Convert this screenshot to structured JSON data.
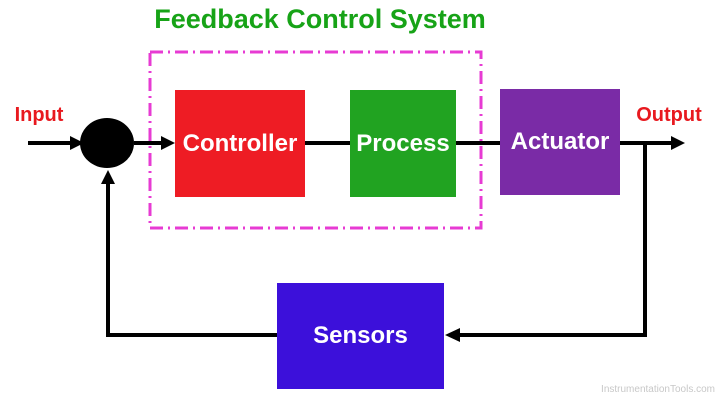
{
  "title": "Feedback Control System",
  "io": {
    "input": "Input",
    "output": "Output"
  },
  "blocks": {
    "controller": {
      "label": "Controller",
      "color": "#ee1c24"
    },
    "process": {
      "label": "Process",
      "color": "#21a321"
    },
    "actuator": {
      "label": "Actuator",
      "color": "#7a2ba6"
    },
    "sensors": {
      "label": "Sensors",
      "color": "#3c10da"
    }
  },
  "junction": {
    "shape": "filled-circle",
    "color": "#000000"
  },
  "colors": {
    "title": "#17a317",
    "io_labels": "#e8191f",
    "dashed_box": "#e73bd3",
    "lines": "#000000",
    "watermark": "#c8c8c8",
    "background": "#ffffff"
  },
  "watermark": "InstrumentationTools.com",
  "connections": [
    "Input -> summing-junction",
    "summing-junction -> Controller",
    "Controller -> Process",
    "Process -> Actuator",
    "Actuator -> Output",
    "Output branch -> Sensors (feedback)",
    "Sensors -> summing-junction (feedback)"
  ]
}
